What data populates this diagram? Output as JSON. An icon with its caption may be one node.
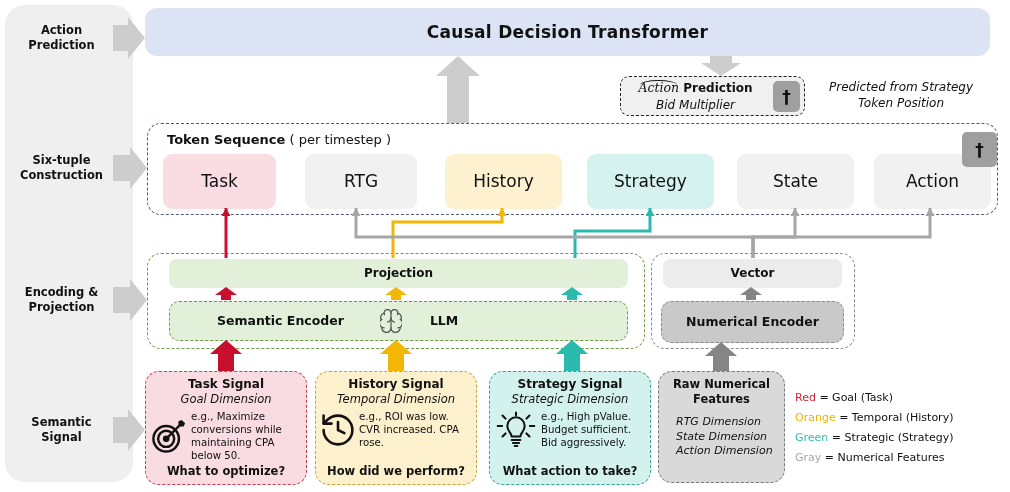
{
  "diagram": {
    "nodes": [
      {
        "text": [],
        "shape": "box"
      },
      {
        "text": [
          "Action Prediction"
        ],
        "in": 0
      },
      {
        "text": [
          "Six-tuple Construction"
        ],
        "in": 0
      },
      {
        "text": [
          "Encoding & Projection"
        ],
        "in": 0
      },
      {
        "text": [
          "Semantic Signal"
        ],
        "in": 0
      },
      {
        "text": [
          "Causal Decision Transformer"
        ]
      },
      {
        "text": [
          "*Action* Prediction",
          "Bid Multiplier"
        ],
        "beside": [
          "Predicted from Strategy Token Position"
        ]
      },
      {
        "text": [
          "†"
        ],
        "in": 6
      },
      {
        "text": [
          "**Token Sequence** ( per timestep )"
        ]
      },
      {
        "text": [
          "Task"
        ],
        "in": 8
      },
      {
        "text": [
          "RTG"
        ],
        "in": 8
      },
      {
        "text": [
          "History"
        ],
        "in": 8
      },
      {
        "text": [
          "Strategy"
        ],
        "in": 8
      },
      {
        "text": [
          "State"
        ],
        "in": 8
      },
      {
        "text": [
          "Action"
        ],
        "in": 8
      },
      {
        "text": [
          "†"
        ],
        "in": 8
      },
      {
        "text": [],
        "shape": "box"
      },
      {
        "text": [
          "Projection"
        ],
        "in": 16
      },
      {
        "text": [
          "Semantic Encoder",
          "LLM"
        ],
        "in": 16
      },
      {
        "text": [],
        "shape": "box"
      },
      {
        "text": [
          "Vector"
        ],
        "in": 19
      },
      {
        "text": [
          "Numerical Encoder"
        ],
        "in": 19
      },
      {
        "text": [
          "Task Signal",
          "Goal Dimension",
          "e.g., Maximize conversions while maintaining CPA below 50.",
          "What to optimize?"
        ]
      },
      {
        "text": [
          "History Signal",
          "Temporal Dimension",
          "e.g., ROI was low. CVR increased. CPA rose.",
          "How did we perform?"
        ]
      },
      {
        "text": [
          "Strategy Signal",
          "Strategic Dimension",
          "e.g., High pValue. Budget sufficient. Bid aggressively.",
          "What action to take?"
        ]
      },
      {
        "text": [
          "Raw Numerical Features",
          "RTG Dimension",
          "State Dimension",
          "Action Dimension"
        ]
      }
    ],
    "edges": [
      {
        "from": 1,
        "to": 5,
        "arrow": "to",
        "style": "thick"
      },
      {
        "from": 2,
        "to": 8,
        "arrow": "to",
        "style": "thick"
      },
      {
        "from": 3,
        "to": 16,
        "arrow": "to",
        "style": "thick"
      },
      {
        "from": 4,
        "to": 22,
        "arrow": "to",
        "style": "thick"
      },
      {
        "from": 8,
        "to": 5,
        "arrow": "to",
        "style": "thick"
      },
      {
        "from": 5,
        "to": 6,
        "arrow": "to",
        "style": "thick"
      },
      {
        "from": 22,
        "to": 18,
        "arrow": "to",
        "style": "thick",
        "color": "#c8102e"
      },
      {
        "from": 23,
        "to": 18,
        "arrow": "to",
        "style": "thick",
        "color": "#f2b705"
      },
      {
        "from": 24,
        "to": 18,
        "arrow": "to",
        "style": "thick",
        "color": "#2bbbad"
      },
      {
        "from": 25,
        "to": 21,
        "arrow": "to",
        "style": "thick",
        "color": "#858585"
      },
      {
        "from": 18,
        "to": 17,
        "arrow": "to",
        "style": "thick",
        "color": "#c8102e"
      },
      {
        "from": 18,
        "to": 17,
        "arrow": "to",
        "style": "thick",
        "color": "#f2b705"
      },
      {
        "from": 18,
        "to": 17,
        "arrow": "to",
        "style": "thick",
        "color": "#2bbbad"
      },
      {
        "from": 21,
        "to": 20,
        "arrow": "to",
        "style": "thick",
        "color": "#858585"
      },
      {
        "from": 17,
        "to": 9,
        "arrow": "to",
        "color": "#c8102e"
      },
      {
        "from": 17,
        "to": 11,
        "arrow": "to",
        "color": "#f2b705"
      },
      {
        "from": 17,
        "to": 12,
        "arrow": "to",
        "color": "#2bbbad"
      },
      {
        "from": 20,
        "to": 10,
        "arrow": "to"
      },
      {
        "from": 20,
        "to": 13,
        "arrow": "to"
      },
      {
        "from": 20,
        "to": 14,
        "arrow": "to"
      }
    ],
    "legend": [
      {
        "text": "Red = Goal (Task)",
        "color": "#d0243c"
      },
      {
        "text": "Orange = Temporal (History)",
        "color": "#f0b400"
      },
      {
        "text": "Green = Strategic (Strategy)",
        "color": "#2dbfae"
      },
      {
        "text": "Gray = Numerical Features",
        "color": "#a8a8a8"
      }
    ]
  }
}
